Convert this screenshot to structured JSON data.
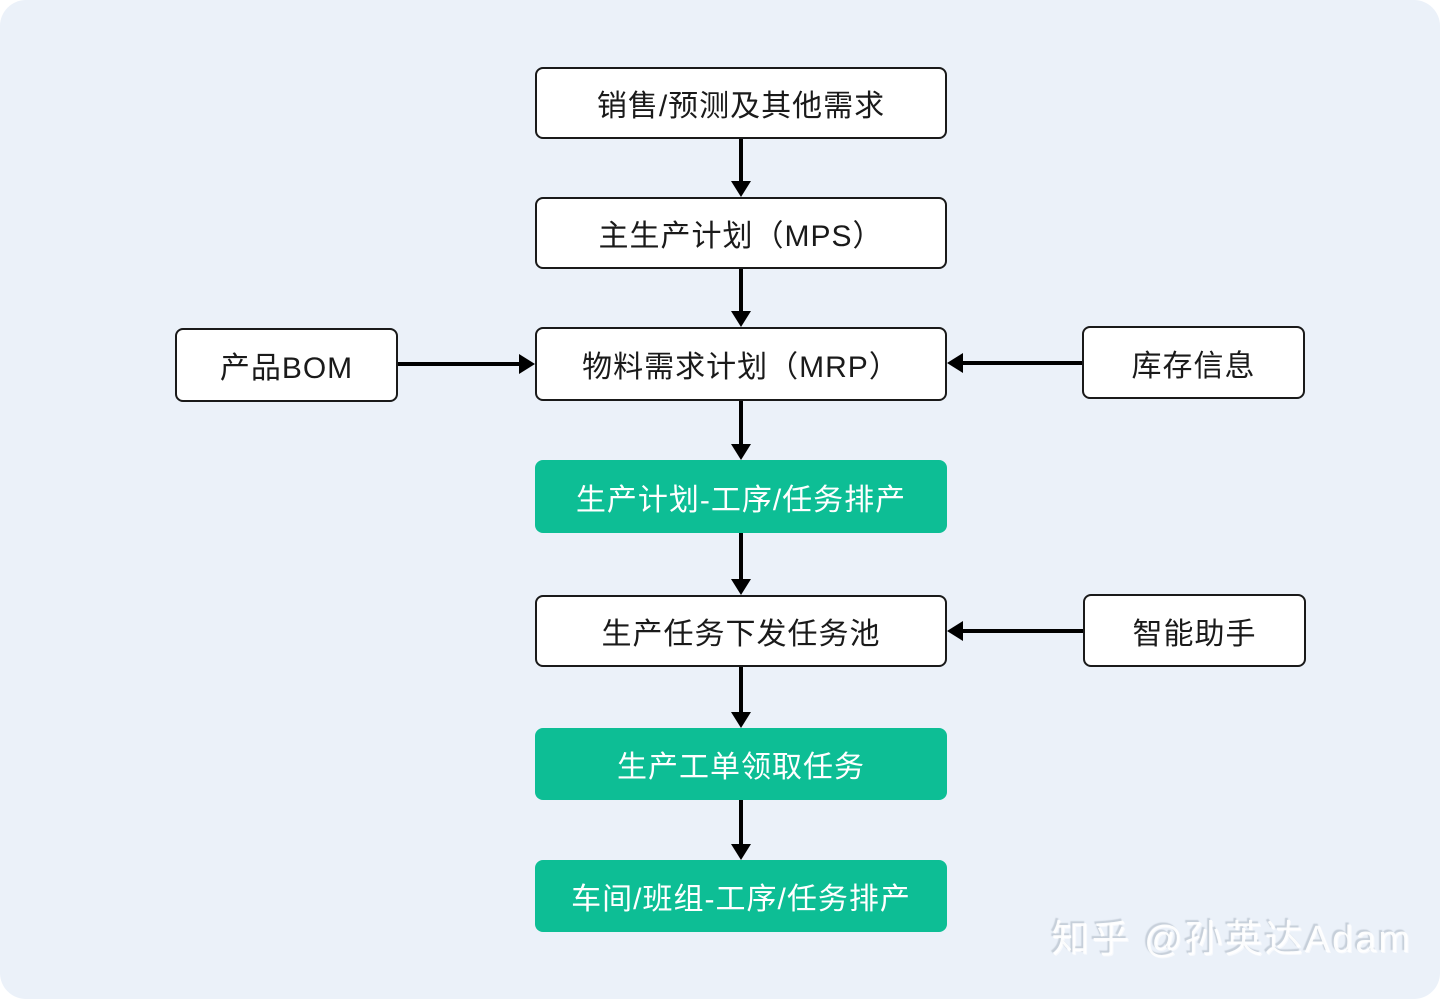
{
  "colors": {
    "background": "#EBF1F9",
    "green": "#0DBE95",
    "box_border": "#1a1a1a",
    "arrow": "#000000"
  },
  "nodes": {
    "sales": {
      "label": "销售/预测及其他需求"
    },
    "mps": {
      "label": "主生产计划（MPS）"
    },
    "bom": {
      "label": "产品BOM"
    },
    "mrp": {
      "label": "物料需求计划（MRP）"
    },
    "inventory": {
      "label": "库存信息"
    },
    "plan_scheduling": {
      "label": "生产计划-工序/任务排产"
    },
    "task_pool": {
      "label": "生产任务下发任务池"
    },
    "assistant": {
      "label": "智能助手"
    },
    "work_order": {
      "label": "生产工单领取任务"
    },
    "workshop_scheduling": {
      "label": "车间/班组-工序/任务排产"
    }
  },
  "watermark": {
    "text": "知乎 @孙英达Adam"
  }
}
